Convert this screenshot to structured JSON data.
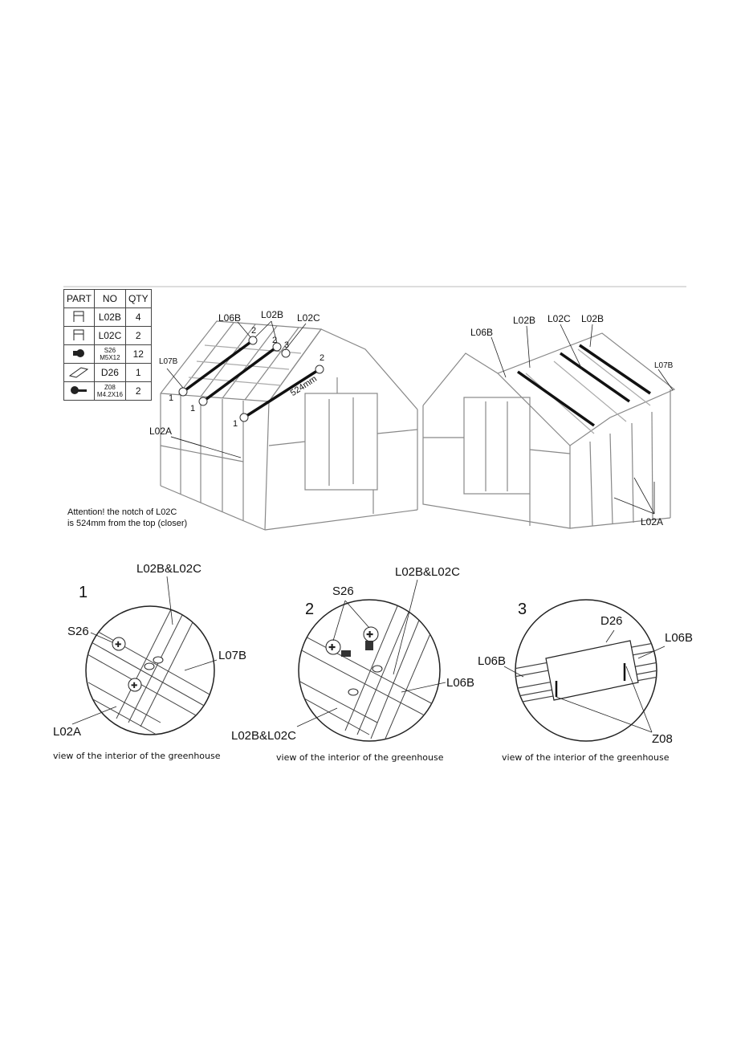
{
  "parts_table": {
    "headers": [
      "PART",
      "NO",
      "QTY"
    ],
    "rows": [
      {
        "icon": "rail-profile-icon",
        "no": "L02B",
        "qty": "4"
      },
      {
        "icon": "rail-profile-icon",
        "no": "L02C",
        "qty": "2"
      },
      {
        "icon": "bolt-nut-icon",
        "no_line1": "S26",
        "no_line2": "M5X12",
        "qty": "12"
      },
      {
        "icon": "bracket-plate-icon",
        "no": "D26",
        "qty": "1"
      },
      {
        "icon": "screw-icon",
        "no_line1": "Z08",
        "no_line2": "M4.2X16",
        "qty": "2"
      }
    ]
  },
  "left_view": {
    "labels": {
      "l06b": "L06B",
      "l02b": "L02B",
      "l02c": "L02C",
      "l07b": "L07B",
      "l02a": "L02A",
      "dim": "524mm"
    },
    "callouts": [
      "1",
      "1",
      "1",
      "2",
      "2",
      "2",
      "3"
    ]
  },
  "right_view": {
    "labels": {
      "l06b": "L06B",
      "l02b1": "L02B",
      "l02c": "L02C",
      "l02b2": "L02B",
      "l07b": "L07B",
      "l02a": "L02A"
    }
  },
  "attention": {
    "line1": "Attention! the notch of L02C",
    "line2": "is 524mm from the top (closer)"
  },
  "detail1": {
    "number": "1",
    "l02bc": "L02B&L02C",
    "s26": "S26",
    "l07b": "L07B",
    "l02a": "L02A",
    "caption": "view of the interior of the greenhouse"
  },
  "detail2": {
    "number": "2",
    "s26": "S26",
    "l02bc_top": "L02B&L02C",
    "l06b": "L06B",
    "l02bc_bottom": "L02B&L02C",
    "caption": "view of the interior of the greenhouse"
  },
  "detail3": {
    "number": "3",
    "d26": "D26",
    "l06b_right": "L06B",
    "l06b_left": "L06B",
    "z08": "Z08",
    "caption": "view of the interior of the greenhouse"
  }
}
